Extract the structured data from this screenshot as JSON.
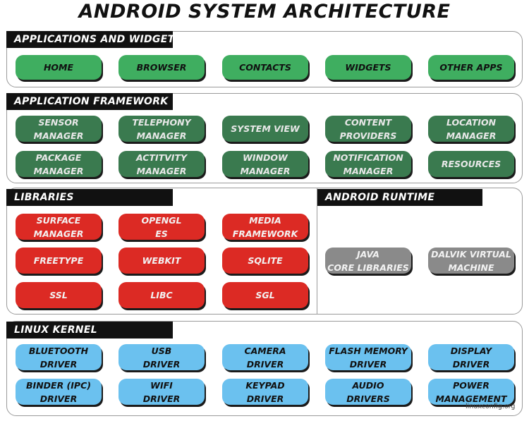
{
  "title": "ANDROID SYSTEM ARCHITECTURE",
  "colors": {
    "applications": "#3fae60",
    "framework": "#3a7a4f",
    "libraries": "#dc2a24",
    "runtime": "#8a8a8a",
    "kernel": "#6bc1ef"
  },
  "applications": {
    "header": "APPLICATIONS AND WIDGETS",
    "items": [
      "HOME",
      "BROWSER",
      "CONTACTS",
      "WIDGETS",
      "OTHER APPS"
    ]
  },
  "framework": {
    "header": "APPLICATION FRAMEWORK",
    "items": [
      "SENSOR\nMANAGER",
      "TELEPHONY\nMANAGER",
      "SYSTEM VIEW",
      "CONTENT\nPROVIDERS",
      "LOCATION\nMANAGER",
      "PACKAGE\nMANAGER",
      "ACTITVITY\nMANAGER",
      "WINDOW\nMANAGER",
      "NOTIFICATION\nMANAGER",
      "RESOURCES"
    ]
  },
  "libraries": {
    "header": "LIBRARIES",
    "items": [
      "SURFACE\nMANAGER",
      "OPENGL\nES",
      "MEDIA\nFRAMEWORK",
      "FREETYPE",
      "WEBKIT",
      "SQLITE",
      "SSL",
      "LIBC",
      "SGL"
    ]
  },
  "runtime": {
    "header": "ANDROID RUNTIME",
    "items": [
      "JAVA\nCORE LIBRARIES",
      "DALVIK VIRTUAL\nMACHINE"
    ]
  },
  "kernel": {
    "header": "LINUX KERNEL",
    "items": [
      "BLUETOOTH\nDRIVER",
      "USB\nDRIVER",
      "CAMERA\nDRIVER",
      "FLASH MEMORY\nDRIVER",
      "DISPLAY\nDRIVER",
      "BINDER (IPC)\nDRIVER",
      "WIFI\nDRIVER",
      "KEYPAD\nDRIVER",
      "AUDIO\nDRIVERS",
      "POWER\nMANAGEMENT"
    ]
  },
  "watermark": "linuxconfig.org"
}
